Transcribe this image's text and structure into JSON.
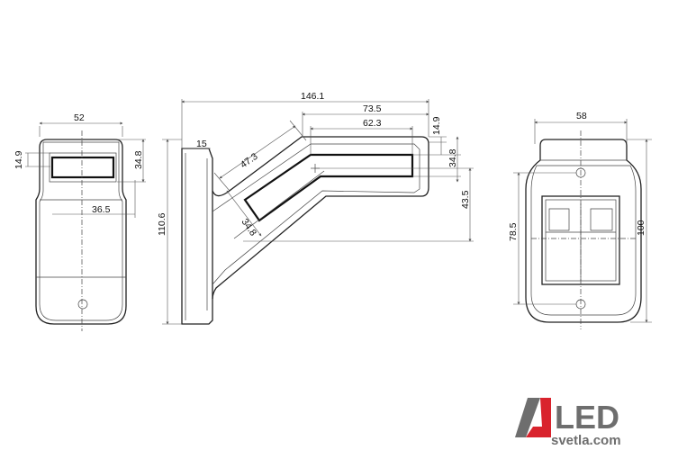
{
  "front_view": {
    "width": "52",
    "top_height": "14.9",
    "lens_height": "34.8",
    "lens_width": "36.5"
  },
  "side_view": {
    "overall_length": "146.1",
    "arm_length": "73.5",
    "lens_length": "62.3",
    "base_thickness": "15",
    "angled_length": "47.3",
    "angled_width": "34.8",
    "lens_top": "14.9",
    "lens_height": "34.8",
    "lens_offset": "43.5",
    "overall_height": "110.6"
  },
  "rear_view": {
    "width": "58",
    "hole_spacing": "78.5",
    "overall_height": "100"
  },
  "logo": {
    "brand": "LED",
    "domain": "svetla.com",
    "colors": {
      "gray": "#6e6e6e",
      "red": "#d9232d"
    }
  }
}
